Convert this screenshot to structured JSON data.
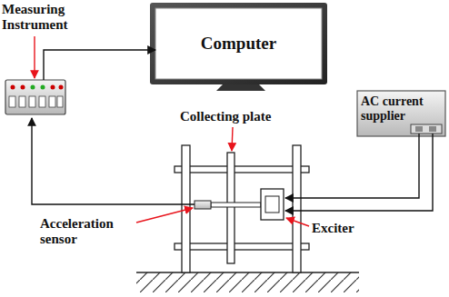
{
  "diagram": {
    "nodes": [
      {
        "text": [
          "Measuring Instrument"
        ]
      },
      {
        "text": [
          "Computer"
        ]
      },
      {
        "text": [
          "AC current supplier"
        ]
      }
    ],
    "edges": [
      {
        "from": 0,
        "to": 1,
        "arrow": "to"
      }
    ],
    "labels": [
      "Collecting plate",
      "Exciter",
      "Acceleration sensor"
    ]
  }
}
